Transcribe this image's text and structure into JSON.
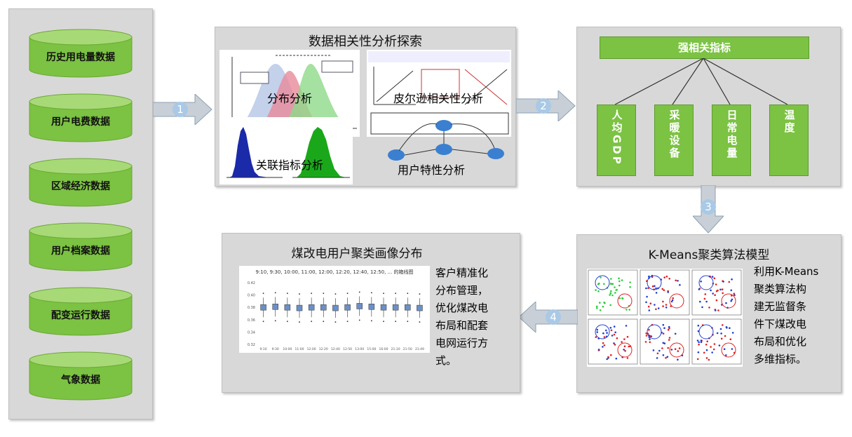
{
  "sources": [
    "历史用电量数据",
    "用户电费数据",
    "区域经济数据",
    "用户档案数据",
    "配变运行数据",
    "气象数据"
  ],
  "analysis": {
    "title": "数据相关性分析探索",
    "items": [
      "分布分析",
      "皮尔逊相关性分析",
      "关联指标分析",
      "用户特性分析"
    ]
  },
  "indicators": {
    "header": "强相关指标",
    "items": [
      "人均GDP",
      "采暖设备",
      "日常电量",
      "温度"
    ]
  },
  "kmeans": {
    "title": "K-Means聚类算法模型",
    "description_lines": [
      "利用K-Means",
      "聚类算法构",
      "建无监督条",
      "件下煤改电",
      "布局和优化",
      "多维指标。"
    ]
  },
  "portrait": {
    "title": "煤改电用户聚类画像分布",
    "chart_title": "9:10, 9:30, 10:00, 11:00, 12:00, 12:20, 12:40, 12:50, ... 的箱线图",
    "description_lines": [
      "客户精准化",
      "分布管理，",
      "优化煤改电",
      "布局和配套",
      "电网运行方",
      "式。"
    ]
  },
  "steps": [
    "1",
    "2",
    "3",
    "4"
  ],
  "colors": {
    "panel": "#d8d8d8",
    "green": "#7cc243",
    "arrow": "#c9cfd6"
  },
  "chart_data": {
    "type": "box",
    "title": "9:10, 9:30, 10:00, 11:00, 12:00, 12:20, 12:40, 12:50, ... 的箱线图",
    "categories": [
      "9:10",
      "9:30",
      "10:00",
      "11:00",
      "12:00",
      "12:20",
      "12:40",
      "12:50",
      "13:00",
      "15:00",
      "16:00",
      "21:10",
      "21:50",
      "21:49"
    ],
    "yticks": [
      "0.42",
      "0.40",
      "0.38",
      "0.36",
      "0.34",
      "0.32"
    ],
    "ylim": [
      0.32,
      0.42
    ]
  }
}
